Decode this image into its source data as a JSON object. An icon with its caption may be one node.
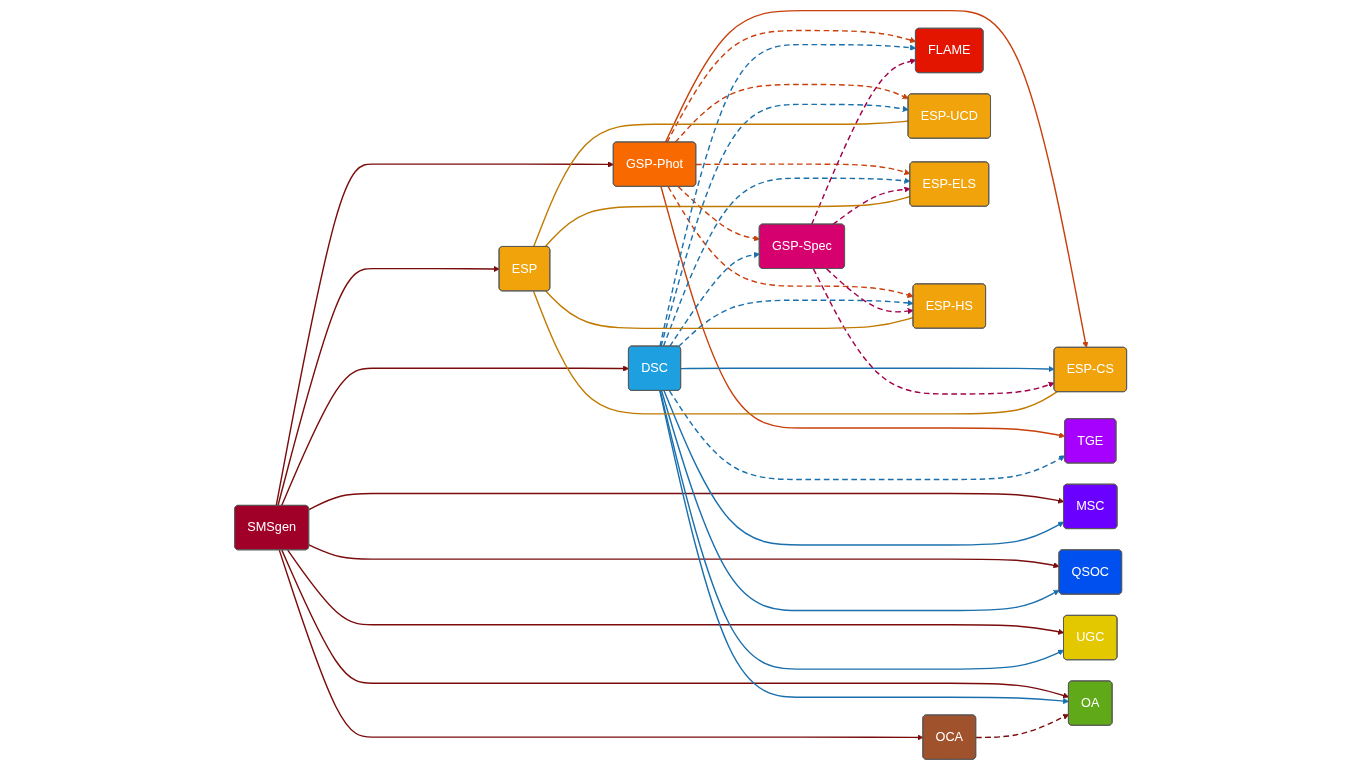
{
  "diagram": {
    "nodes": [
      {
        "text": [
          "SMSgen"
        ]
      },
      {
        "text": [
          "GSP-Phot"
        ]
      },
      {
        "text": [
          "DSC"
        ]
      },
      {
        "text": [
          "OCA"
        ]
      },
      {
        "text": [
          "GSP-Spec"
        ]
      },
      {
        "text": [
          "TGE"
        ]
      },
      {
        "text": [
          "MSC"
        ]
      },
      {
        "text": [
          "QSOC"
        ]
      },
      {
        "text": [
          "UGC"
        ]
      },
      {
        "text": [
          "OA"
        ]
      },
      {
        "text": [
          "ESP"
        ]
      },
      {
        "text": [
          "FLAME"
        ]
      },
      {
        "text": [
          "ESP-UCD"
        ]
      },
      {
        "text": [
          "ESP-ELS"
        ]
      },
      {
        "text": [
          "ESP-HS"
        ]
      },
      {
        "text": [
          "ESP-CS"
        ]
      }
    ],
    "edges": [
      {
        "from": 0,
        "to": 1,
        "arrow": "to",
        "color": "#7a0c0c"
      },
      {
        "from": 0,
        "to": 2,
        "arrow": "to",
        "color": "#7a0c0c"
      },
      {
        "from": 0,
        "to": 3,
        "arrow": "to",
        "color": "#7a0c0c"
      },
      {
        "from": 0,
        "to": 6,
        "arrow": "to",
        "color": "#7a0c0c"
      },
      {
        "from": 0,
        "to": 7,
        "arrow": "to",
        "color": "#7a0c0c"
      },
      {
        "from": 0,
        "to": 8,
        "arrow": "to",
        "color": "#7a0c0c"
      },
      {
        "from": 0,
        "to": 9,
        "arrow": "to",
        "color": "#7a0c0c"
      },
      {
        "from": 0,
        "to": 10,
        "arrow": "to",
        "color": "#7a0c0c"
      },
      {
        "from": 1,
        "to": 4,
        "arrow": "to",
        "style": "dashed",
        "color": "#c8400c"
      },
      {
        "from": 1,
        "to": 5,
        "arrow": "to",
        "color": "#c8400c"
      },
      {
        "from": 1,
        "to": 11,
        "arrow": "to",
        "style": "dashed",
        "color": "#c8400c"
      },
      {
        "from": 1,
        "to": 12,
        "arrow": "to",
        "style": "dashed",
        "color": "#c8400c"
      },
      {
        "from": 1,
        "to": 13,
        "arrow": "to",
        "style": "dashed",
        "color": "#c8400c"
      },
      {
        "from": 1,
        "to": 14,
        "arrow": "to",
        "style": "dashed",
        "color": "#c8400c"
      },
      {
        "from": 1,
        "to": 15,
        "arrow": "to",
        "color": "#c8400c"
      },
      {
        "from": 2,
        "to": 4,
        "arrow": "to",
        "style": "dashed"
      },
      {
        "from": 2,
        "to": 5,
        "arrow": "to",
        "style": "dashed"
      },
      {
        "from": 2,
        "to": 6,
        "arrow": "to"
      },
      {
        "from": 2,
        "to": 7,
        "arrow": "to"
      },
      {
        "from": 2,
        "to": 8,
        "arrow": "to"
      },
      {
        "from": 2,
        "to": 9,
        "arrow": "to"
      },
      {
        "from": 2,
        "to": 15,
        "arrow": "to"
      },
      {
        "from": 2,
        "to": 11,
        "arrow": "to",
        "style": "dashed"
      },
      {
        "from": 2,
        "to": 12,
        "arrow": "to",
        "style": "dashed"
      },
      {
        "from": 2,
        "to": 13,
        "arrow": "to",
        "style": "dashed"
      },
      {
        "from": 2,
        "to": 14,
        "arrow": "to",
        "style": "dashed"
      },
      {
        "from": 3,
        "to": 9,
        "arrow": "to",
        "style": "dashed",
        "color": "#7a0c0c"
      },
      {
        "from": 4,
        "to": 11,
        "arrow": "to",
        "style": "dashed",
        "color": "#a0004a"
      },
      {
        "from": 4,
        "to": 13,
        "arrow": "to",
        "style": "dashed",
        "color": "#a0004a"
      },
      {
        "from": 4,
        "to": 14,
        "arrow": "to",
        "style": "dashed",
        "color": "#a0004a"
      },
      {
        "from": 4,
        "to": 15,
        "arrow": "to",
        "style": "dashed",
        "color": "#a0004a"
      },
      {
        "from": 10,
        "to": 12,
        "arrow": "none",
        "color": "#c07a00"
      },
      {
        "from": 10,
        "to": 13,
        "arrow": "none",
        "color": "#c07a00"
      },
      {
        "from": 10,
        "to": 14,
        "arrow": "none",
        "color": "#c07a00"
      },
      {
        "from": 10,
        "to": 15,
        "arrow": "none",
        "color": "#c07a00"
      }
    ]
  }
}
